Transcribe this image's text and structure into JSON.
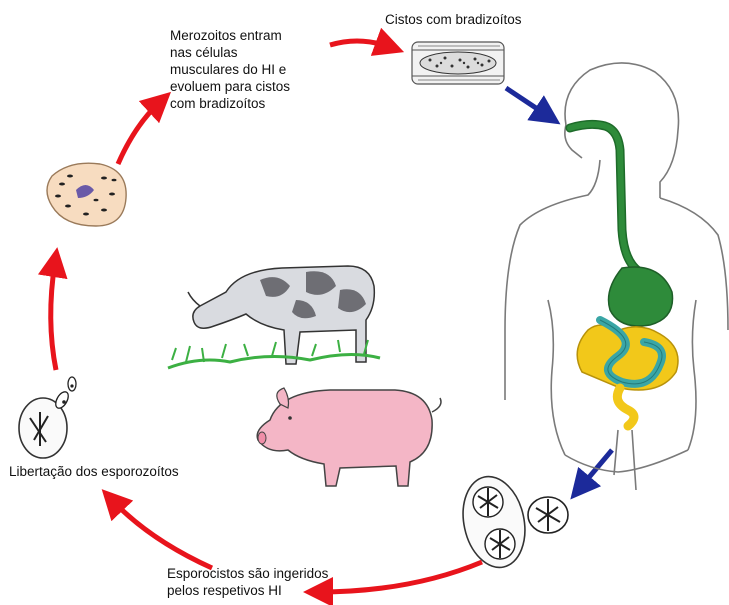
{
  "labels": {
    "merozoitos": [
      "Merozoitos entram",
      "nas células",
      "musculares do HI e",
      "evoluem para cistos",
      "com bradizoítos"
    ],
    "cistos": "Cistos com bradizoítos",
    "libertacao": "Libertação dos esporozoítos",
    "esporocistos": [
      "Esporocistos são ingeridos",
      "pelos respetivos HI"
    ]
  },
  "colors": {
    "red_arrow": "#e8141c",
    "blue_arrow": "#1c2a9a",
    "esophagus_stomach": "#2e8b3a",
    "small_intestine": "#3aa6a6",
    "large_intestine": "#f2c81a",
    "pig": "#f4b6c6",
    "cow_spots": "#6e6e74"
  },
  "icons": [
    "muscle-cyst-icon",
    "human-body-icon",
    "sporocysts-icon",
    "sporozoites-release-icon",
    "merozoite-cell-icon",
    "cow-icon",
    "pig-icon"
  ]
}
